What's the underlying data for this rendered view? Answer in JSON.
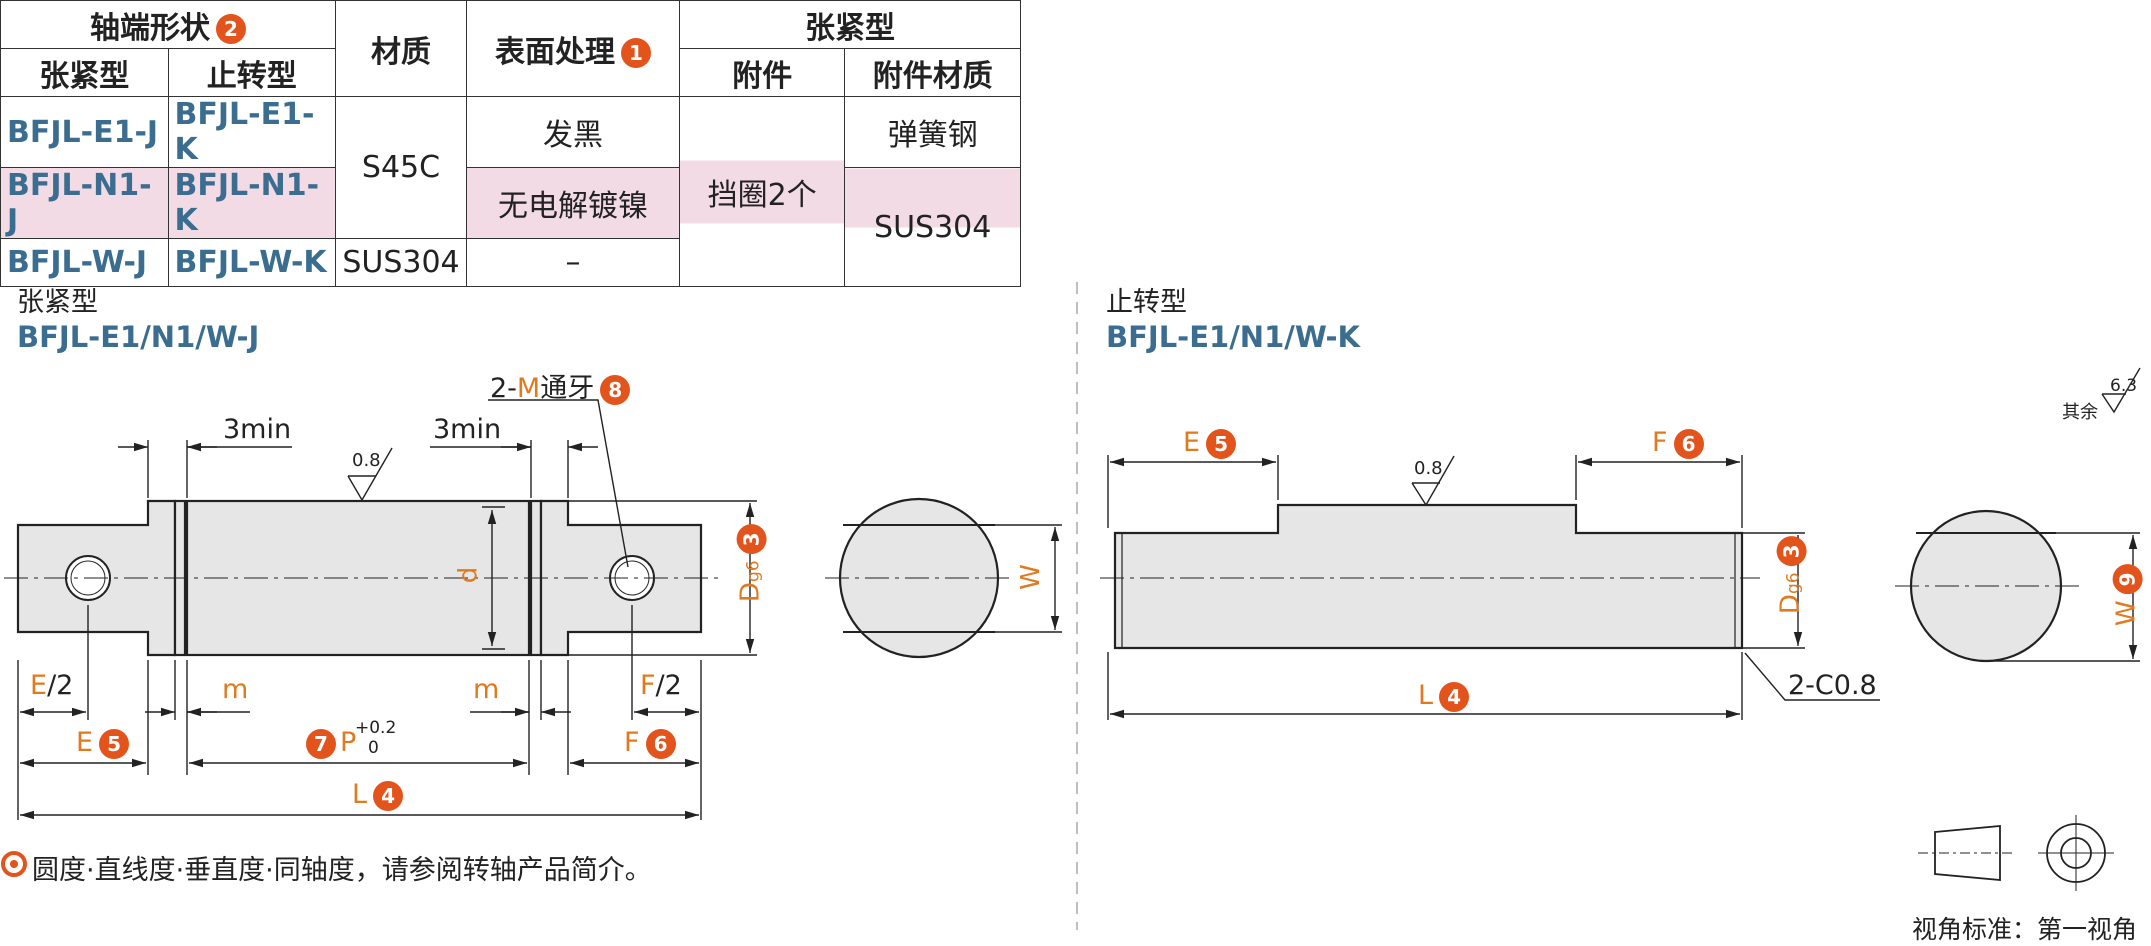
{
  "table": {
    "header": {
      "shaft_end_shape": "轴端形状",
      "shaft_end_badge": "2",
      "material": "材质",
      "surface_treatment": "表面处理",
      "surface_badge": "1",
      "tension_type_group": "张紧型",
      "tension_type": "张紧型",
      "stop_type": "止转型",
      "accessory": "附件",
      "accessory_material": "附件材质"
    },
    "rows": [
      {
        "tension": "BFJL-E1-J",
        "stop": "BFJL-E1-K",
        "surface": "发黑"
      },
      {
        "tension": "BFJL-N1-J",
        "stop": "BFJL-N1-K",
        "surface": "无电解镀镍"
      },
      {
        "tension": "BFJL-W-J",
        "stop": "BFJL-W-K",
        "surface": "–"
      }
    ],
    "material_s45c": "S45C",
    "material_sus304": "SUS304",
    "accessory": "挡圈2个",
    "accessory_material_1": "弹簧钢",
    "accessory_material_2": "SUS304"
  },
  "colors": {
    "code_blue": "#3a6d8f",
    "dim_orange": "#e07a1f",
    "badge_red": "#e2541c",
    "highlight_pink": "#f3dbe6"
  },
  "left_drawing": {
    "title": "张紧型",
    "code": "BFJL-E1/N1/W-J",
    "thread_label_prefix": "2-",
    "thread_label_m": "M",
    "thread_label_suffix": "通牙",
    "thread_badge": "8",
    "min1": "3min",
    "min2": "3min",
    "roughness": "0.8",
    "d": "d",
    "D": "D",
    "g6": "g6",
    "D_badge": "3",
    "E_half_a": "E",
    "E_half_b": "/2",
    "F_half_a": "F",
    "F_half_b": "/2",
    "m1": "m",
    "m2": "m",
    "E": "E",
    "E_badge": "5",
    "P_badge": "7",
    "P": "P",
    "tol_upper": "+0.2",
    "tol_lower": "0",
    "F": "F",
    "F_badge": "6",
    "L": "L",
    "L_badge": "4",
    "W": "W"
  },
  "right_drawing": {
    "title": "止转型",
    "code": "BFJL-E1/N1/W-K",
    "E": "E",
    "E_badge": "5",
    "F": "F",
    "F_badge": "6",
    "roughness": "0.8",
    "D": "D",
    "g6": "g6",
    "D_badge": "3",
    "L": "L",
    "L_badge": "4",
    "chamfer": "2-C0.8",
    "W": "W",
    "W_badge": "9",
    "other_rough_label": "其余",
    "other_rough_value": "6.3"
  },
  "footer": {
    "note": "圆度·直线度·垂直度·同轴度，请参阅转轴产品简介。",
    "projection": "视角标准：第一视角"
  }
}
